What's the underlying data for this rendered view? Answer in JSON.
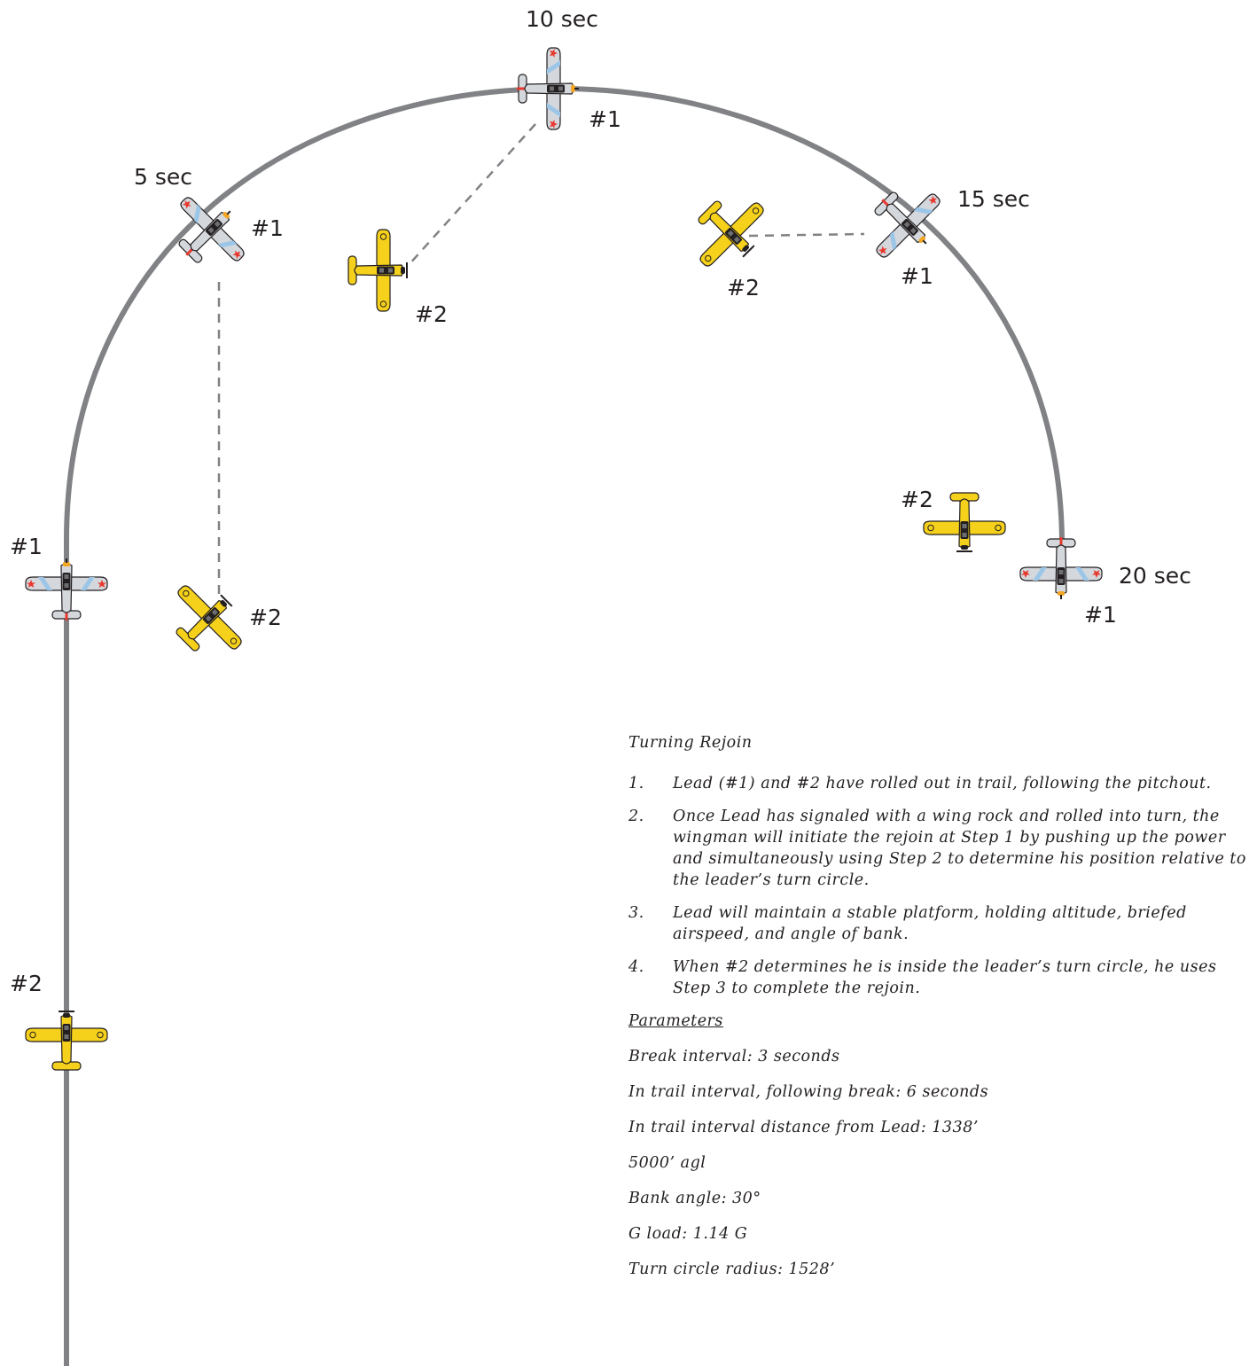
{
  "colors": {
    "path": "#808285",
    "leader_body": "#d4d8dd",
    "leader_stripe": "#9cc6e8",
    "leader_star": "#e8392f",
    "leader_tip": "#f5a623",
    "wingman_body": "#f5d11b",
    "outline": "#231f20",
    "dash": "#808285"
  },
  "labels": {
    "t5": "5 sec",
    "t10": "10 sec",
    "t15": "15 sec",
    "t20": "20 sec",
    "lead": "#1",
    "wing": "#2"
  },
  "icons": {
    "leader": "t6-aircraft-silver-red-star",
    "wingman": "t6-aircraft-yellow"
  },
  "notes": {
    "title": "Turning Rejoin",
    "steps": [
      {
        "num": "1.",
        "text": "Lead (#1) and #2 have rolled out in trail, following the pitchout."
      },
      {
        "num": "2.",
        "text": "Once Lead has signaled with a wing rock and rolled into turn, the wingman will initiate the rejoin at Step 1 by pushing up the power and simultaneously using Step 2 to determine his position relative to the leader’s turn circle."
      },
      {
        "num": "3.",
        "text": "Lead will maintain a stable platform, holding altitude, briefed airspeed, and angle of bank."
      },
      {
        "num": "4.",
        "text": "When #2 determines he is inside the leader’s turn circle, he uses Step 3 to complete the rejoin."
      }
    ],
    "params_heading": "Parameters",
    "params": [
      "Break interval: 3 seconds",
      "In trail interval, following break: 6 seconds",
      "In trail interval distance from Lead: 1338’",
      "5000’ agl",
      "Bank angle: 30°",
      "G load: 1.14 G",
      "Turn circle radius: 1528’"
    ]
  }
}
